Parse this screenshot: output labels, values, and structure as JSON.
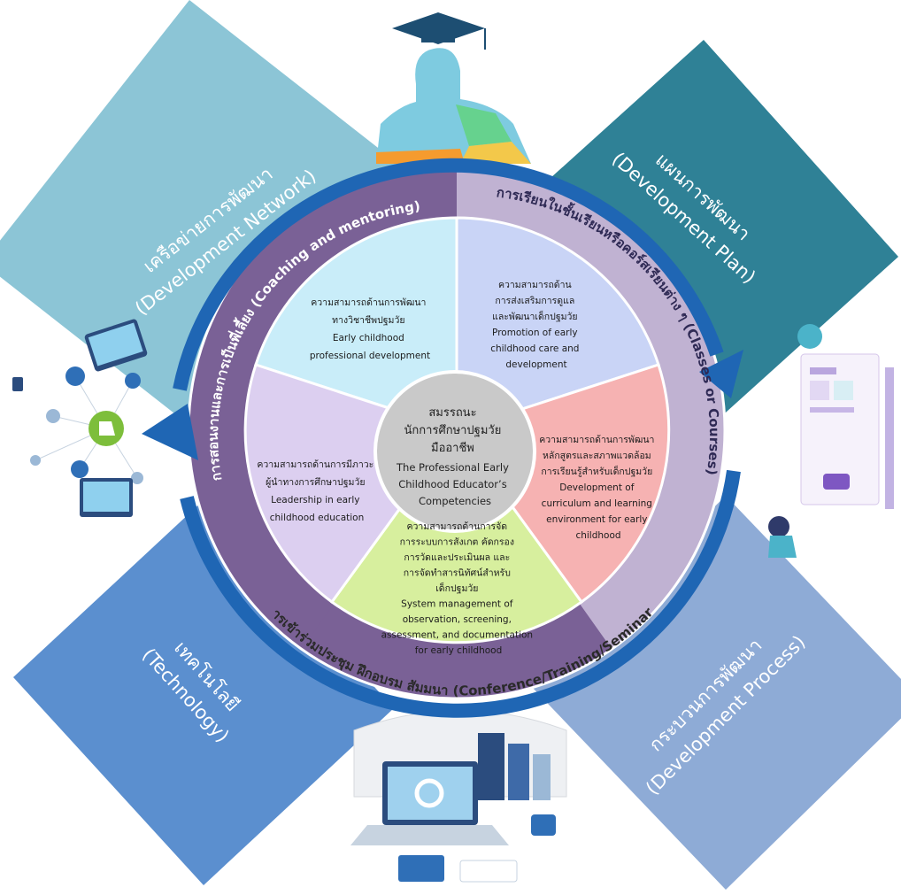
{
  "colors": {
    "network": "#8cc5d6",
    "plan": "#2f8196",
    "technology": "#5b8fcf",
    "process": "#8eabd6",
    "ring_purple": "#7a6196",
    "ring_lavender": "#c0b2d2",
    "arrow": "#1f66b4",
    "seg_top_left": "#c9edf9",
    "seg_top_right": "#c9d4f6",
    "seg_right": "#f6b2b2",
    "seg_bottom": "#d7ef9e",
    "seg_left": "#dccff0",
    "center": "#c9c9c9"
  },
  "corners": {
    "network": {
      "thai": "เครือข่ายการพัฒนา",
      "english": "(Development Network)"
    },
    "plan": {
      "thai": "แผนการพัฒนา",
      "english": "(Development Plan)"
    },
    "technology": {
      "thai": "เทคโนโลยี",
      "english": "(Technology)"
    },
    "process": {
      "thai": "กระบวนการพัฒนา",
      "english": "(Development Process)"
    }
  },
  "ring": {
    "coaching": "การสอนงานและการเป็นพี่เลี้ยง (Coaching and mentoring)",
    "classes": "การเรียนในชั้นเรียนหรือคอร์สเรียนต่าง ๆ (Classes or Courses)",
    "conference": "การเข้าร่วมประชุม ฝึกอบรม สัมมนา (Conference/Training/Seminar)"
  },
  "segments": {
    "top_left": [
      "ความสามารถด้านการพัฒนา",
      "ทางวิชาชีพปฐมวัย",
      "Early childhood",
      "professional development"
    ],
    "top_right": [
      "ความสามารถด้าน",
      "การส่งเสริมการดูแล",
      "และพัฒนาเด็กปฐมวัย",
      "Promotion of early",
      "childhood care and",
      "development"
    ],
    "right": [
      "ความสามารถด้านการพัฒนา",
      "หลักสูตรและสภาพแวดล้อม",
      "การเรียนรู้สำหรับเด็กปฐมวัย",
      "Development of",
      "curriculum and learning",
      "environment for early",
      "childhood"
    ],
    "bottom": [
      "ความสามารถด้านการจัด",
      "การระบบการสังเกต คัดกรอง",
      "การวัดและประเมินผล และ",
      "การจัดทำสารนิทัศน์สำหรับ",
      "เด็กปฐมวัย",
      "System management of",
      "observation, screening,",
      "assessment, and documentation",
      "for early childhood"
    ],
    "left": [
      "ความสามารถด้านการมีภาวะ",
      "ผู้นำทางการศึกษาปฐมวัย",
      "Leadership in early",
      "childhood education"
    ]
  },
  "center": [
    "สมรรถนะ",
    "นักการศึกษาปฐมวัย",
    "มืออาชีพ",
    "The Professional Early",
    "Childhood Educator’s",
    "Competencies"
  ]
}
